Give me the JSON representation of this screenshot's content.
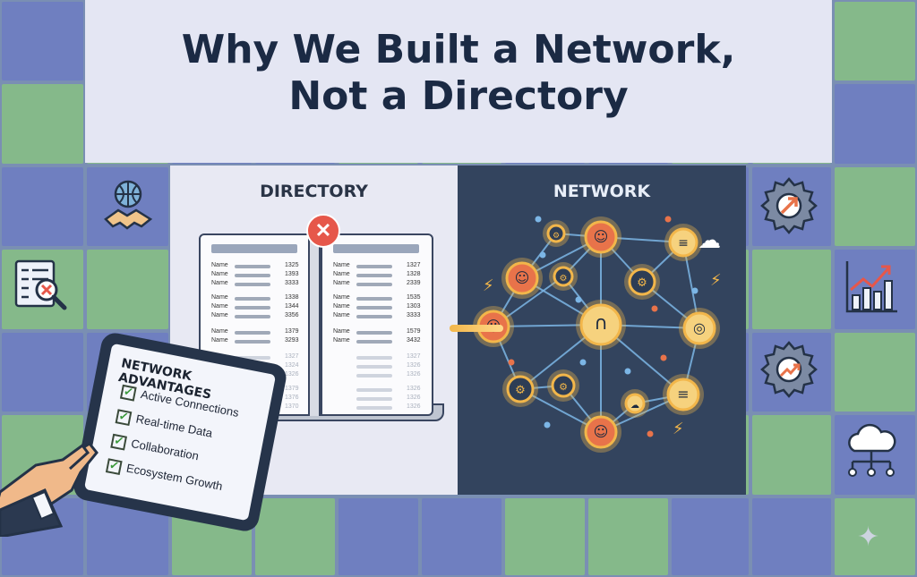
{
  "title_line1": "Why We Built a Network,",
  "title_line2": "Not a Directory",
  "directory": {
    "label": "DIRECTORY",
    "left_page": [
      {
        "name": "Name",
        "num": "1325"
      },
      {
        "name": "Name",
        "num": "1393"
      },
      {
        "name": "Name",
        "num": "3333"
      },
      {
        "name": "Name",
        "num": "1338"
      },
      {
        "name": "Name",
        "num": "1344"
      },
      {
        "name": "Name",
        "num": "3356"
      },
      {
        "name": "Name",
        "num": "1379"
      },
      {
        "name": "Name",
        "num": "3293"
      },
      {
        "name": "",
        "num": "1327"
      },
      {
        "name": "",
        "num": "1324"
      },
      {
        "name": "",
        "num": "1326"
      },
      {
        "name": "",
        "num": "1379"
      },
      {
        "name": "",
        "num": "1376"
      },
      {
        "name": "",
        "num": "1370"
      }
    ],
    "right_page": [
      {
        "name": "Name",
        "num": "1327"
      },
      {
        "name": "Name",
        "num": "1328"
      },
      {
        "name": "Name",
        "num": "2339"
      },
      {
        "name": "Name",
        "num": "1535"
      },
      {
        "name": "Name",
        "num": "1303"
      },
      {
        "name": "Name",
        "num": "3333"
      },
      {
        "name": "Name",
        "num": "1579"
      },
      {
        "name": "Name",
        "num": "3432"
      },
      {
        "name": "",
        "num": "1327"
      },
      {
        "name": "",
        "num": "1326"
      },
      {
        "name": "",
        "num": "1326"
      },
      {
        "name": "",
        "num": "1326"
      },
      {
        "name": "",
        "num": "1326"
      },
      {
        "name": "",
        "num": "1326"
      }
    ]
  },
  "network": {
    "label": "NETWORK"
  },
  "tablet": {
    "title": "NETWORK ADVANTAGES",
    "items": [
      "Active Connections",
      "Real-time Data",
      "Collaboration",
      "Ecosystem Growth"
    ]
  },
  "colors": {
    "green_tile": "#85b98a",
    "purple_tile": "#9e8fbd",
    "blue_tile": "#6f7fc0",
    "steel_tile": "#6b92b6",
    "node_glow": "#f2b64a",
    "badge_red": "#e6574a"
  },
  "icons": {
    "left_top": "handshake-globe-icon",
    "left_mid": "search-reject-icon",
    "right_top": "gear-arrow-icon",
    "right_mid": "bar-chart-growth-icon",
    "right_low": "gear-growth-icon",
    "right_bottom": "cloud-network-icon",
    "badge": "close-icon"
  }
}
